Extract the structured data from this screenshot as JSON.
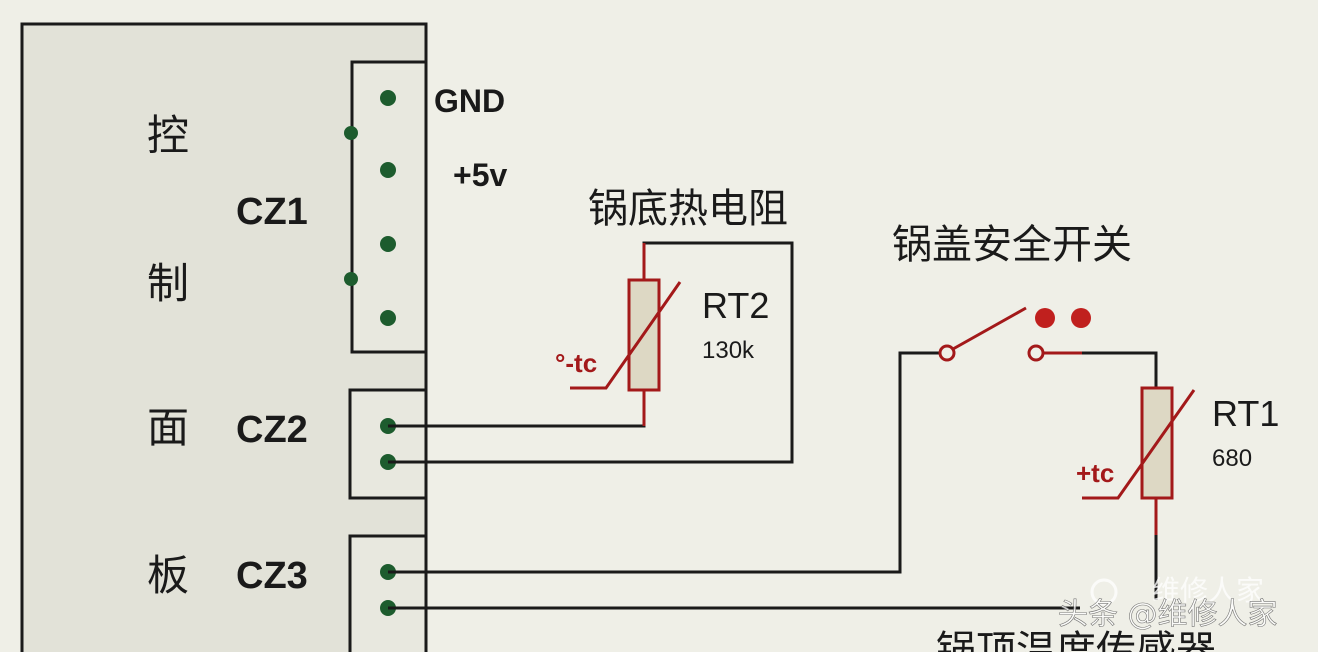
{
  "panel": {
    "title_chars": [
      "控",
      "制",
      "面",
      "板"
    ],
    "connectors": {
      "cz1": "CZ1",
      "cz2": "CZ2",
      "cz3": "CZ3"
    },
    "pin_labels": {
      "gnd": "GND",
      "vcc": "+5v"
    }
  },
  "components": {
    "bottom_thermistor": {
      "caption": "锅底热电阻",
      "ref": "RT2",
      "value": "130k",
      "coef": "°-tc"
    },
    "lid_switch": {
      "caption": "锅盖安全开关"
    },
    "top_thermistor": {
      "ref": "RT1",
      "value": "680",
      "coef": "+tc",
      "caption": "锅顶温度传感器"
    }
  },
  "watermark": {
    "line1": "维修人家",
    "line2": "头条 @维修人家"
  },
  "colors": {
    "background": "#efefe7",
    "panel_fill": "#e2e2d8",
    "wire": "#1a1a1a",
    "component": "#a3191a",
    "component_body": "#ddd8c4",
    "pin_green": "#1d5c2e"
  }
}
